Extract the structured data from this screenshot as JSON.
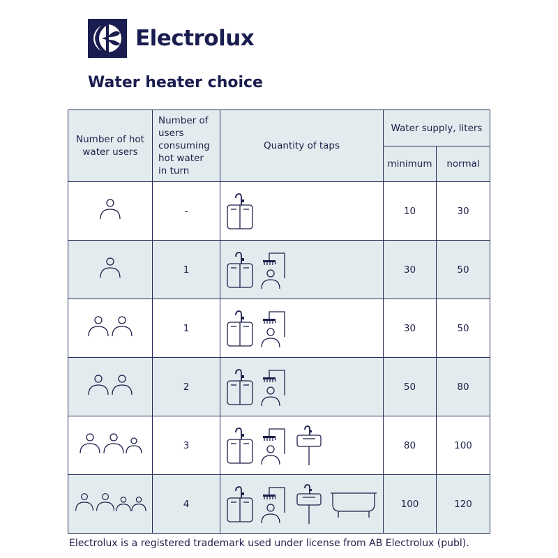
{
  "brand": {
    "name": "Electrolux",
    "logo_icon": "electrolux-logo-icon",
    "color": "#1a1d4f"
  },
  "title": "Water heater choice",
  "table": {
    "headers": {
      "users": "Number of hot water users",
      "in_turn": "Number of users consuming hot water in turn",
      "taps": "Quantity of taps",
      "supply": "Water supply, liters",
      "minimum": "minimum",
      "normal": "normal"
    },
    "rows": [
      {
        "users_icons": [
          "adult"
        ],
        "in_turn": "-",
        "taps": [
          "kitchen-sink"
        ],
        "minimum": "10",
        "normal": "30"
      },
      {
        "users_icons": [
          "adult"
        ],
        "in_turn": "1",
        "taps": [
          "kitchen-sink",
          "shower"
        ],
        "minimum": "30",
        "normal": "50"
      },
      {
        "users_icons": [
          "adult",
          "adult"
        ],
        "in_turn": "1",
        "taps": [
          "kitchen-sink",
          "shower"
        ],
        "minimum": "30",
        "normal": "50"
      },
      {
        "users_icons": [
          "adult",
          "adult"
        ],
        "in_turn": "2",
        "taps": [
          "kitchen-sink",
          "shower"
        ],
        "minimum": "50",
        "normal": "80"
      },
      {
        "users_icons": [
          "adult",
          "adult",
          "child"
        ],
        "in_turn": "3",
        "taps": [
          "kitchen-sink",
          "shower",
          "washbasin"
        ],
        "minimum": "80",
        "normal": "100"
      },
      {
        "users_icons": [
          "adult",
          "adult",
          "child",
          "child"
        ],
        "in_turn": "4",
        "taps": [
          "kitchen-sink",
          "shower",
          "washbasin",
          "bathtub"
        ],
        "minimum": "100",
        "normal": "120"
      }
    ]
  },
  "colors": {
    "ink": "#1d1f4a",
    "shade": "#e2ecee",
    "border": "#2b2d5c"
  },
  "footnote": "Electrolux is a registered trademark used under license from AB Electrolux (publ)."
}
